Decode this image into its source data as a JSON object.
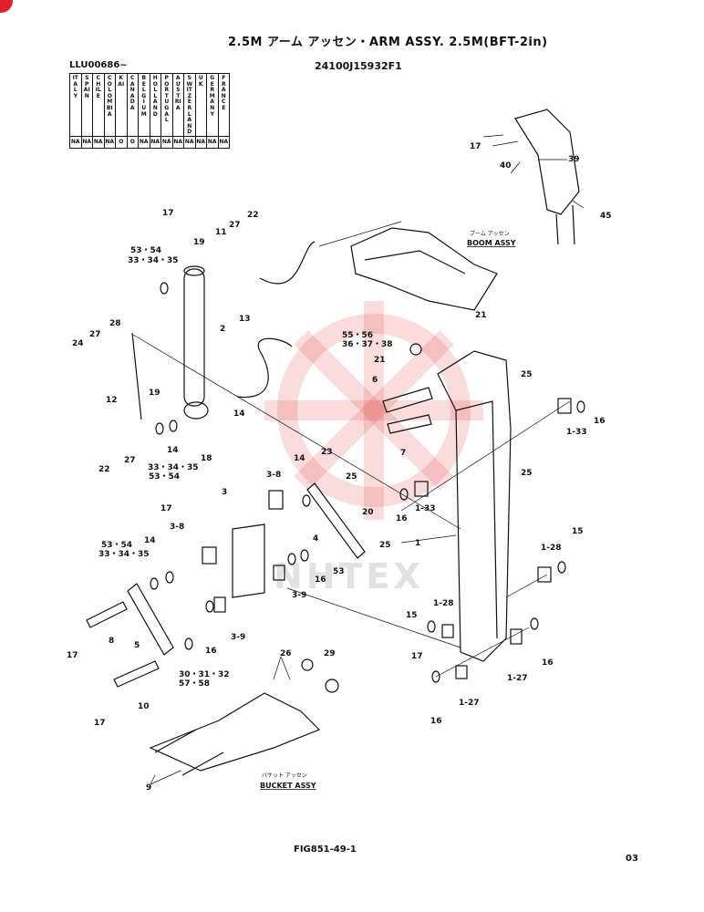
{
  "title": "2.5M アーム アッセン・ARM ASSY. 2.5M(BFT-2in)",
  "part_code": "24100J15932F1",
  "serial_range": "LLU00686~",
  "countries": [
    {
      "name": "ITALY",
      "value": "NA"
    },
    {
      "name": "SPAIN",
      "value": "NA"
    },
    {
      "name": "CHILE",
      "value": "NA"
    },
    {
      "name": "COLOMBIA",
      "value": "NA"
    },
    {
      "name": "KAI",
      "value": "O"
    },
    {
      "name": "CANADA",
      "value": "O"
    },
    {
      "name": "BELGIUM",
      "value": "NA"
    },
    {
      "name": "HOLLAND",
      "value": "NA"
    },
    {
      "name": "PORTUGAL",
      "value": "NA"
    },
    {
      "name": "AUSTRIA",
      "value": "NA"
    },
    {
      "name": "SWITZER LAND",
      "value": "NA"
    },
    {
      "name": "U K",
      "value": "NA"
    },
    {
      "name": "GERMANY",
      "value": "NA"
    },
    {
      "name": "FRANCE",
      "value": "NA"
    }
  ],
  "sub_assemblies": {
    "boom_jp": "ブーム アッセン",
    "boom_en": "BOOM ASSY",
    "bucket_jp": "バケット アッセン",
    "bucket_en": "BUCKET ASSY"
  },
  "watermark": "NHTEX",
  "figure_number": "FIG851-49-1",
  "page_number": "03",
  "callouts": {
    "c1": "1",
    "c1_27a": "1-27",
    "c1_27b": "1-27",
    "c1_28a": "1-28",
    "c1_28b": "1-28",
    "c1_33a": "1-33",
    "c1_33b": "1-33",
    "c2": "2",
    "c3": "3",
    "c3_8a": "3-8",
    "c3_8b": "3-8",
    "c3_9a": "3-9",
    "c3_9b": "3-9",
    "c4": "4",
    "c5": "5",
    "c6": "6",
    "c7": "7",
    "c8": "8",
    "c9": "9",
    "c10": "10",
    "c11": "11",
    "c12": "12",
    "c13": "13",
    "c14a": "14",
    "c14b": "14",
    "c14c": "14",
    "c14d": "14",
    "c15a": "15",
    "c15b": "15",
    "c16a": "16",
    "c16b": "16",
    "c16c": "16",
    "c16d": "16",
    "c16e": "16",
    "c16f": "16",
    "c17a": "17",
    "c17b": "17",
    "c17c": "17",
    "c17d": "17",
    "c17e": "17",
    "c17f": "17",
    "c18": "18",
    "c19a": "19",
    "c19b": "19",
    "c20": "20",
    "c21a": "21",
    "c21b": "21",
    "c22a": "22",
    "c22b": "22",
    "c23": "23",
    "c24": "24",
    "c25a": "25",
    "c25b": "25",
    "c25c": "25",
    "c25d": "25",
    "c26": "26",
    "c27a": "27",
    "c27b": "27",
    "c27c": "27",
    "c28": "28",
    "c29": "29",
    "c30": "30・31・32",
    "c33a": "33・34・35",
    "c33b": "33・34・35",
    "c33c": "33・34・35",
    "c36": "36・37・38",
    "c39": "39",
    "c40": "40",
    "c45": "45",
    "c53": "53",
    "c53_54a": "53・54",
    "c53_54b": "53・54",
    "c53_54c": "53・54",
    "c55": "55・56",
    "c57": "57・58"
  }
}
